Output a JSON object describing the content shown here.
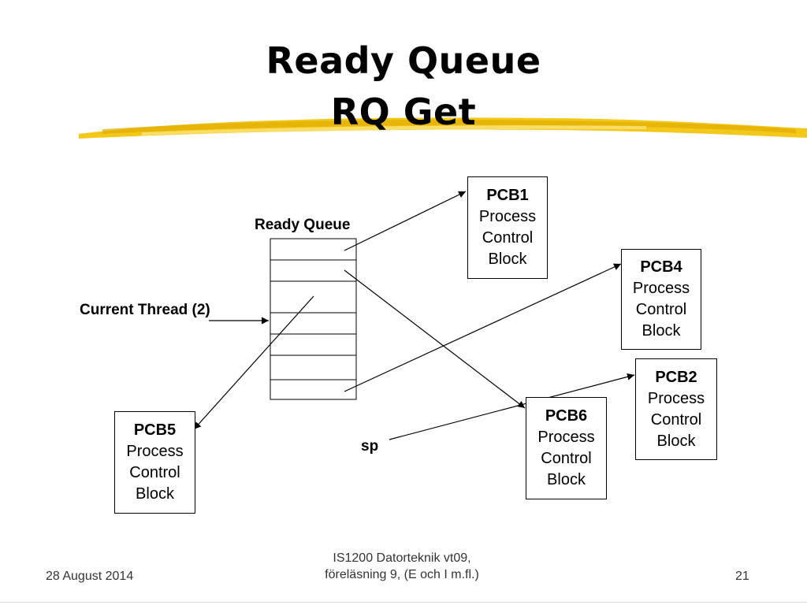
{
  "title": {
    "line1": "Ready Queue",
    "line2": "RQ Get"
  },
  "diagram": {
    "queue_label": "Ready Queue",
    "current_thread_label": "Current Thread (2)",
    "sp_label": "sp",
    "pcb_subtitle": [
      "Process",
      "Control",
      "Block"
    ],
    "pcbs": [
      {
        "name": "PCB1"
      },
      {
        "name": "PCB4"
      },
      {
        "name": "PCB2"
      },
      {
        "name": "PCB6"
      },
      {
        "name": "PCB5"
      }
    ]
  },
  "footer": {
    "date": "28 August 2014",
    "course_line1": "IS1200 Datorteknik vt09,",
    "course_line2": "föreläsning 9, (E och I m.fl.)",
    "page": "21"
  },
  "colors": {
    "highlight": "#f2c200",
    "ink": "#000000"
  }
}
